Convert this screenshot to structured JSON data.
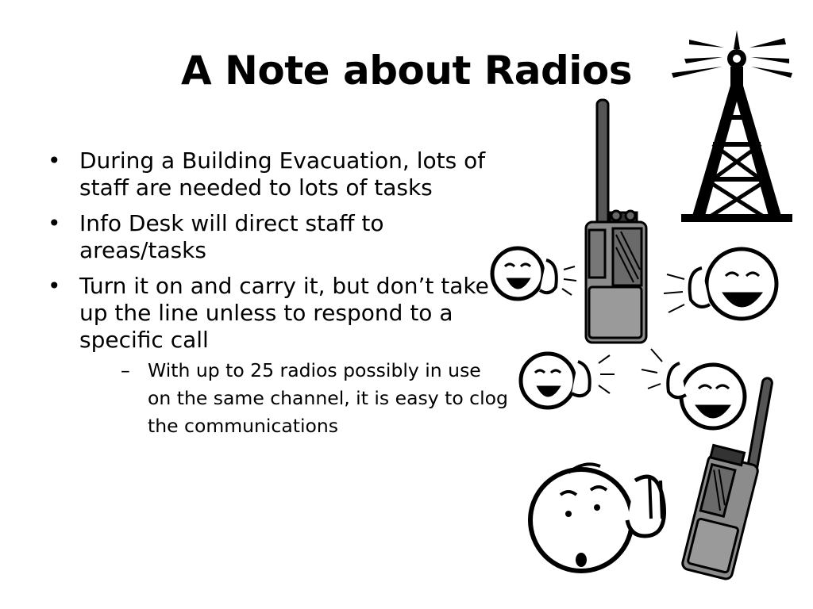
{
  "slide": {
    "title": "A Note about Radios",
    "bullets": [
      {
        "text": "During a Building Evacuation, lots of staff are needed to lots of tasks"
      },
      {
        "text": "Info Desk will direct staff to areas/tasks"
      },
      {
        "text": "Turn it on and carry it, but don’t take up the line unless to respond to a specific call",
        "subbullets": [
          {
            "text": "With up to 25 radios possibly in use on the same channel, it is easy to clog the communications"
          }
        ]
      }
    ],
    "bullet_glyph": "•",
    "sub_glyph": "–"
  },
  "clipart": {
    "icons": [
      "radio-tower-icon",
      "walkie-talkie-icon",
      "shouting-face-icon",
      "worried-face-icon"
    ],
    "colors": {
      "radio_body": "#8c8c8c",
      "ink": "#000000"
    }
  }
}
